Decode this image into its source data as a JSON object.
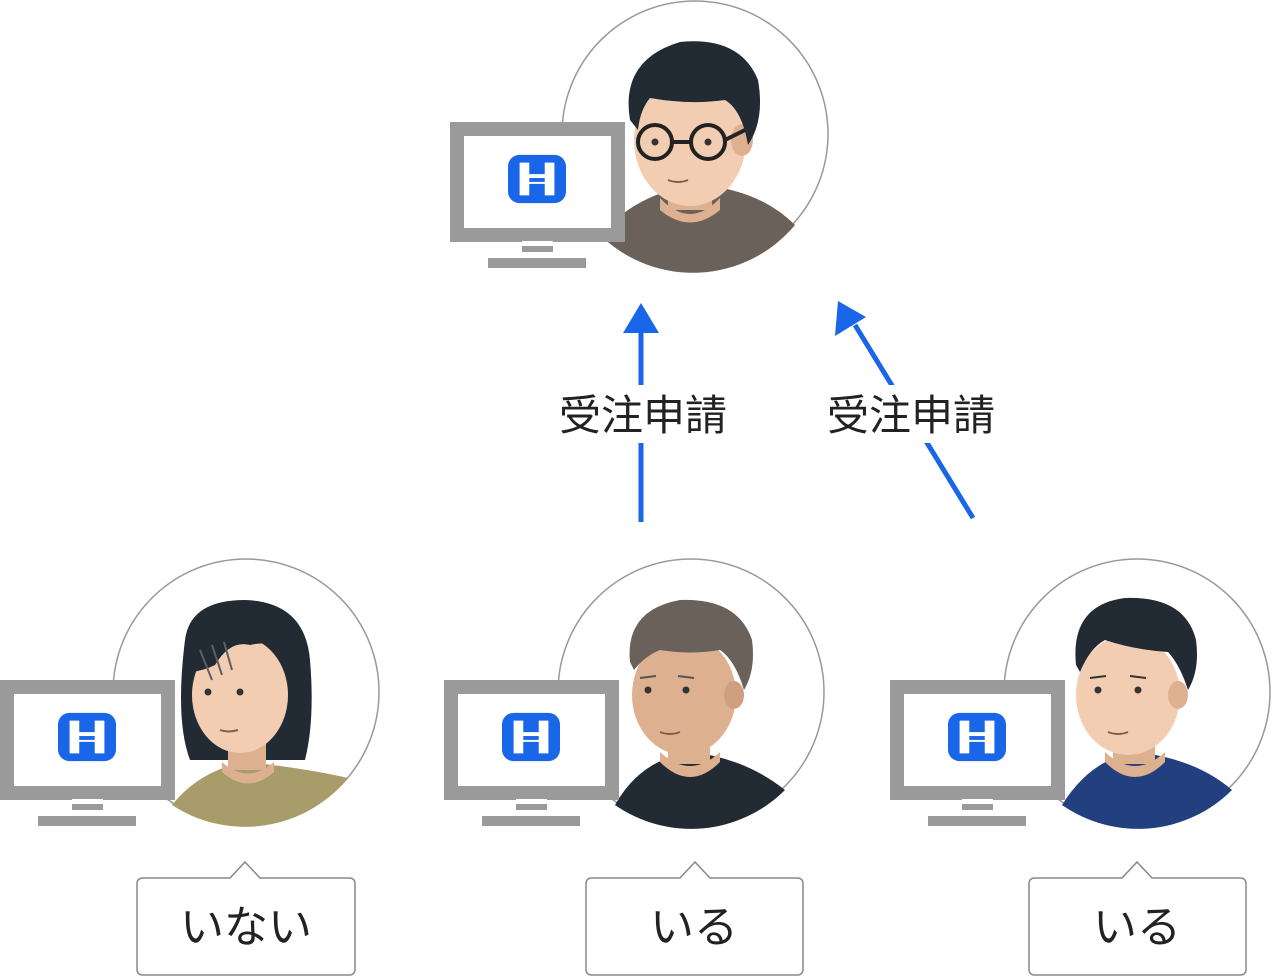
{
  "arrows": [
    {
      "label": "受注申請"
    },
    {
      "label": "受注申請"
    }
  ],
  "people": [
    {
      "role": "recipient",
      "hair": "#222a33",
      "shirt": "#6a615a",
      "glasses": true
    },
    {
      "role": "sender-1",
      "hair": "#222a33",
      "shirt": "#a89c6a",
      "bubble": "いない"
    },
    {
      "role": "sender-2",
      "hair": "#6a615a",
      "shirt": "#222a33",
      "bubble": "いる"
    },
    {
      "role": "sender-3",
      "hair": "#222a33",
      "shirt": "#223f80",
      "bubble": "いる"
    }
  ],
  "colors": {
    "accent": "#1a66e8",
    "monitor": "#9a9a9a",
    "skin": "#f2cdb2",
    "skin_shade": "#ddb090"
  },
  "icons": [
    "monitor-icon",
    "app-logo-icon",
    "person-avatar-icon",
    "arrow-up-icon"
  ]
}
